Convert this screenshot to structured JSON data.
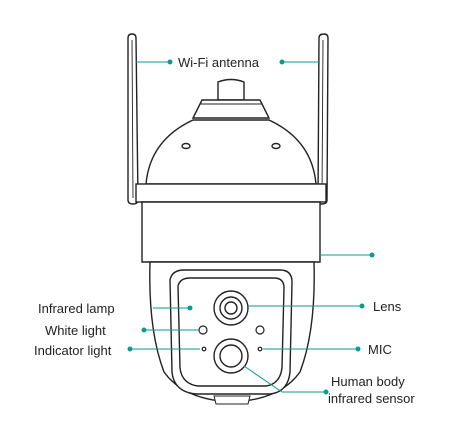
{
  "labels": {
    "wifi_antenna": "Wi-Fi antenna",
    "infrared_lamp": "Infrared lamp",
    "white_light": "White light",
    "indicator_light": "Indicator light",
    "lens": "Lens",
    "mic": "MIC",
    "human_body_line1": "Human body",
    "human_body_line2": "infrared sensor"
  },
  "colors": {
    "outline": "#222222",
    "leader": "#0a9b8f",
    "background": "#ffffff"
  }
}
